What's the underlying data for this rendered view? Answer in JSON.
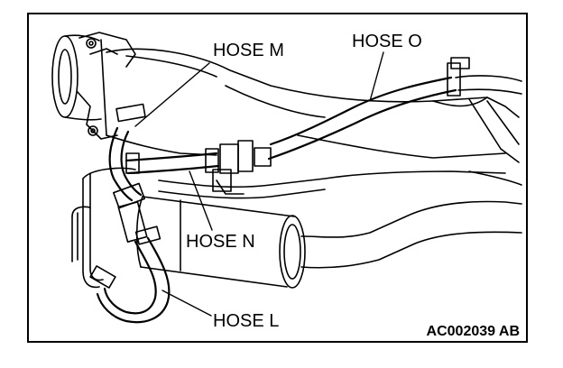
{
  "diagram": {
    "labels": {
      "hose_m": "HOSE M",
      "hose_o": "HOSE O",
      "hose_n": "HOSE N",
      "hose_l": "HOSE L"
    },
    "reference_code": "AC002039 AB"
  }
}
